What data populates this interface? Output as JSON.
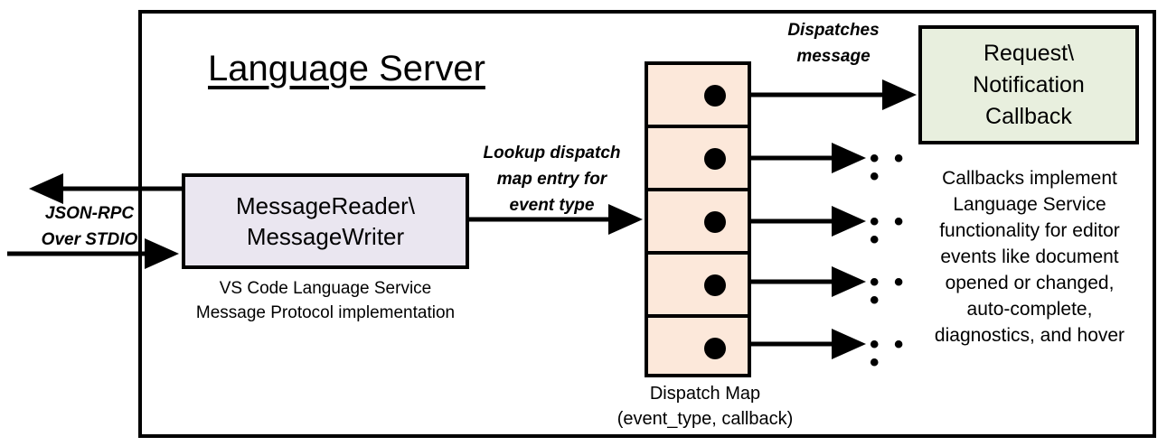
{
  "diagram": {
    "title": "Language Server",
    "boundary_name": "Language Server boundary"
  },
  "message_reader": {
    "label": "MessageReader\\\nMessageWriter",
    "caption": "VS Code Language Service\nMessage Protocol implementation",
    "fill_color": "#EAE6F0"
  },
  "io_channel": {
    "label": "JSON-RPC\nOver STDIO",
    "outbound_arrow_name": "outbound-jsonrpc-arrow",
    "inbound_arrow_name": "inbound-jsonrpc-arrow"
  },
  "lookup": {
    "label": "Lookup dispatch\nmap entry for\nevent type"
  },
  "dispatch_map": {
    "caption": "Dispatch Map\n(event_type, callback)",
    "fill_color": "#FCE8DA",
    "rows": [
      {
        "index": 1,
        "entry": "dispatch-entry-1"
      },
      {
        "index": 2,
        "entry": "dispatch-entry-2"
      },
      {
        "index": 3,
        "entry": "dispatch-entry-3"
      },
      {
        "index": 4,
        "entry": "dispatch-entry-4"
      },
      {
        "index": 5,
        "entry": "dispatch-entry-5"
      }
    ]
  },
  "dispatches": {
    "label": "Dispatches\nmessage"
  },
  "callback": {
    "label": "Request\\\nNotification\nCallback",
    "caption": "Callbacks implement\nLanguage Service\nfunctionality for editor\nevents like document\nopened or changed,\nauto-complete,\ndiagnostics, and hover",
    "fill_color": "#E8EFDE"
  },
  "ellipses": [
    {
      "mark": "• • •"
    },
    {
      "mark": "• • •"
    },
    {
      "mark": "• • •"
    },
    {
      "mark": "• • •"
    }
  ]
}
